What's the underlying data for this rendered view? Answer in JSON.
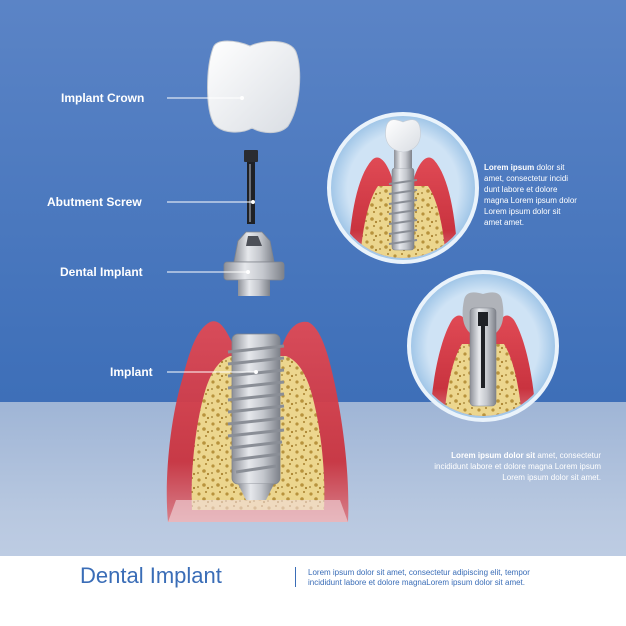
{
  "labels": {
    "implant_crown": "Implant Crown",
    "abutment_screw": "Abutment Screw",
    "dental_implant": "Dental Implant",
    "implant": "Implant"
  },
  "inset_top": {
    "bold": "Lorem ipsum",
    "line1_rest": " dolor sit",
    "lines": [
      "amet, consectetur incidi",
      "dunt labore et dolore",
      "magna Lorem ipsum dolor",
      "Lorem ipsum dolor sit",
      "amet amet."
    ]
  },
  "inset_bottom": {
    "bold": "Lorem ipsum dolor sit",
    "line1_rest": " amet, consectetur",
    "lines": [
      "incididunt labore et dolore magna Lorem ipsum",
      "Lorem ipsum dolor sit amet."
    ]
  },
  "footer": {
    "title": "Dental Implant",
    "text_line1": "Lorem ipsum dolor sit amet, consectetur adipiscing elit, tempor",
    "text_line2": "incididunt labore et dolore magnaLorem ipsum dolor sit amet."
  },
  "colors": {
    "background": "#4675bd",
    "gum": "#c9333f",
    "bone": "#e8d28a",
    "metal": "#b9bcc2",
    "crown": "#f4f5f7",
    "title": "#3a6db7"
  }
}
